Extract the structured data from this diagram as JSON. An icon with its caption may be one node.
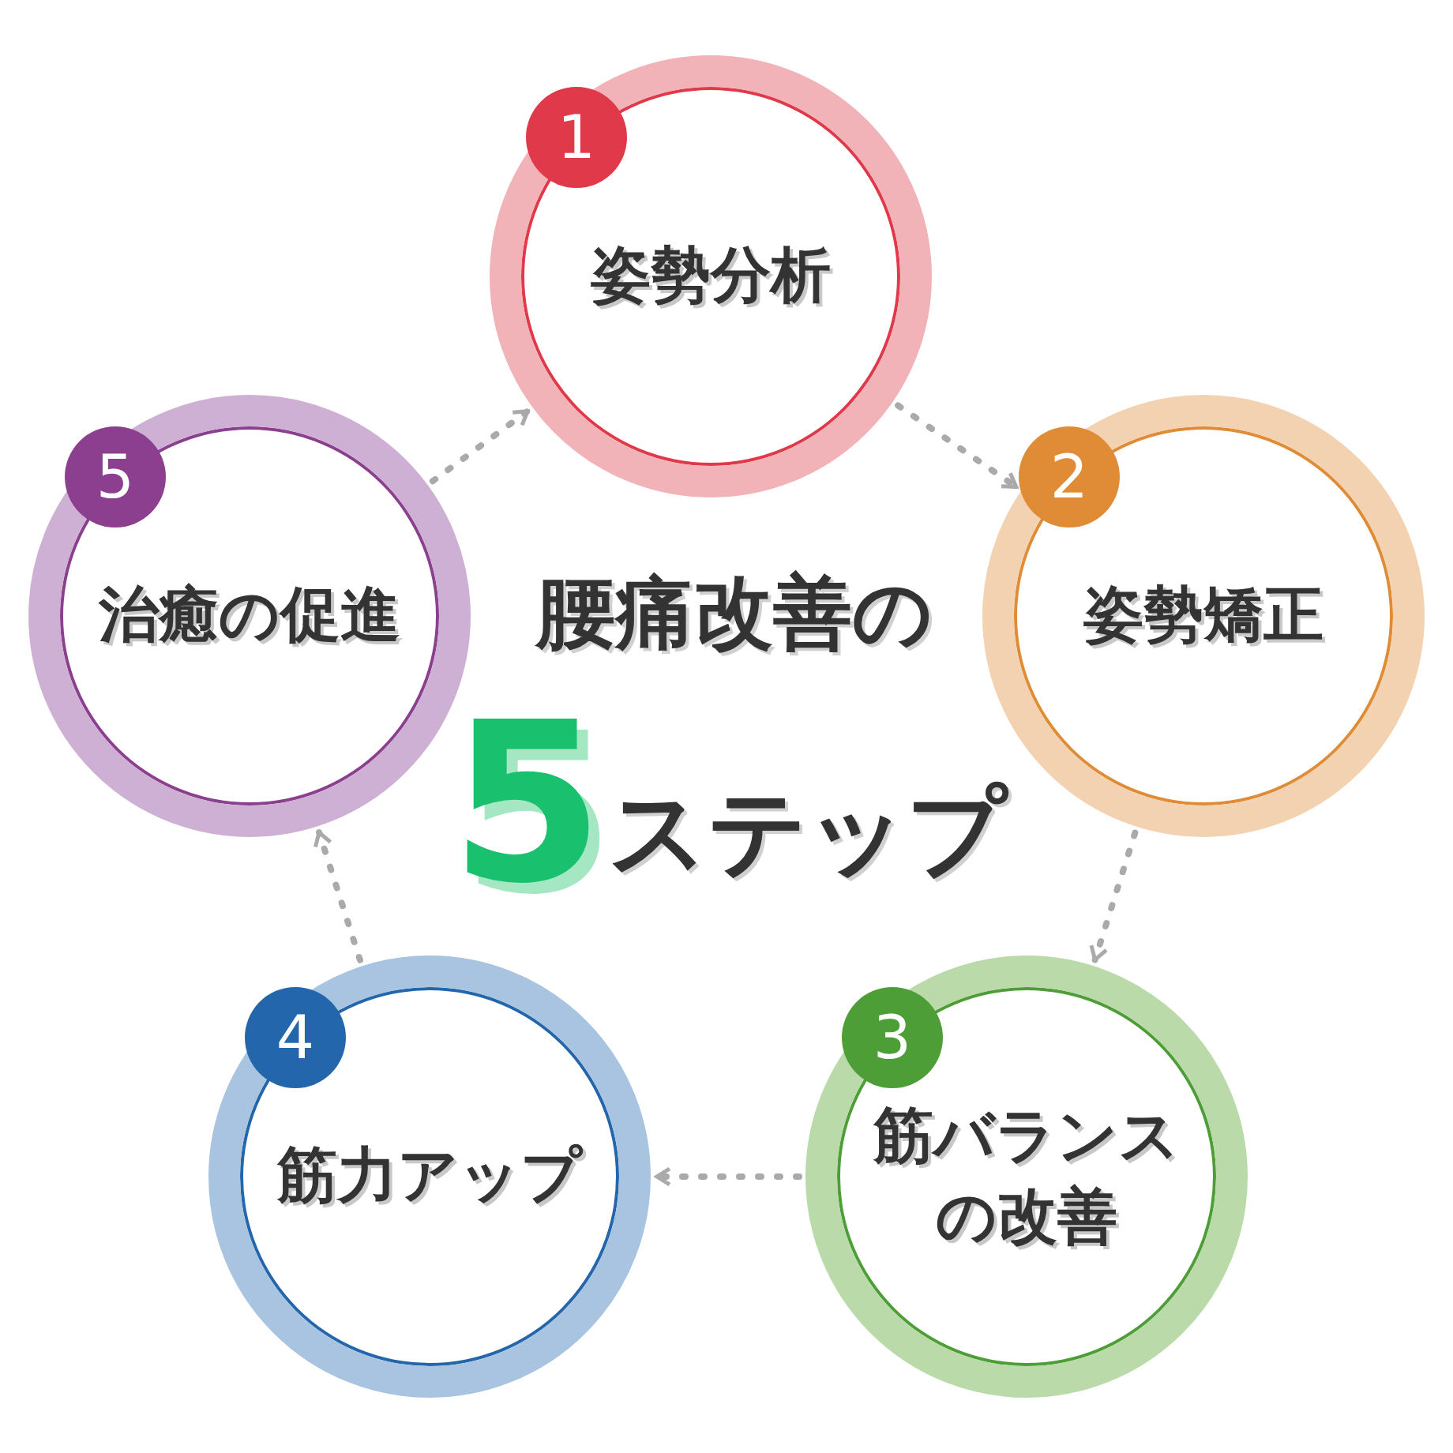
{
  "diagram": {
    "title": "腰痛改善の",
    "nodes": [
      {
        "text": [
          "1",
          "姿勢分析"
        ]
      },
      {
        "text": [
          "2",
          "姿勢矯正"
        ]
      },
      {
        "text": [
          "3",
          "筋バランスの改善"
        ]
      },
      {
        "text": [
          "4",
          "筋力アップ"
        ]
      },
      {
        "text": [
          "5",
          "治癒の促進"
        ]
      }
    ],
    "edges": [
      {
        "from": 0,
        "to": 1,
        "arrow": "to",
        "style": "dashed"
      },
      {
        "from": 1,
        "to": 2,
        "arrow": "to",
        "style": "dashed"
      },
      {
        "from": 2,
        "to": 3,
        "arrow": "to",
        "style": "dashed"
      },
      {
        "from": 3,
        "to": 4,
        "arrow": "to",
        "style": "dashed"
      },
      {
        "from": 4,
        "to": 0,
        "arrow": "to",
        "style": "dashed"
      }
    ],
    "labels": [
      "5",
      "ステップ"
    ]
  }
}
